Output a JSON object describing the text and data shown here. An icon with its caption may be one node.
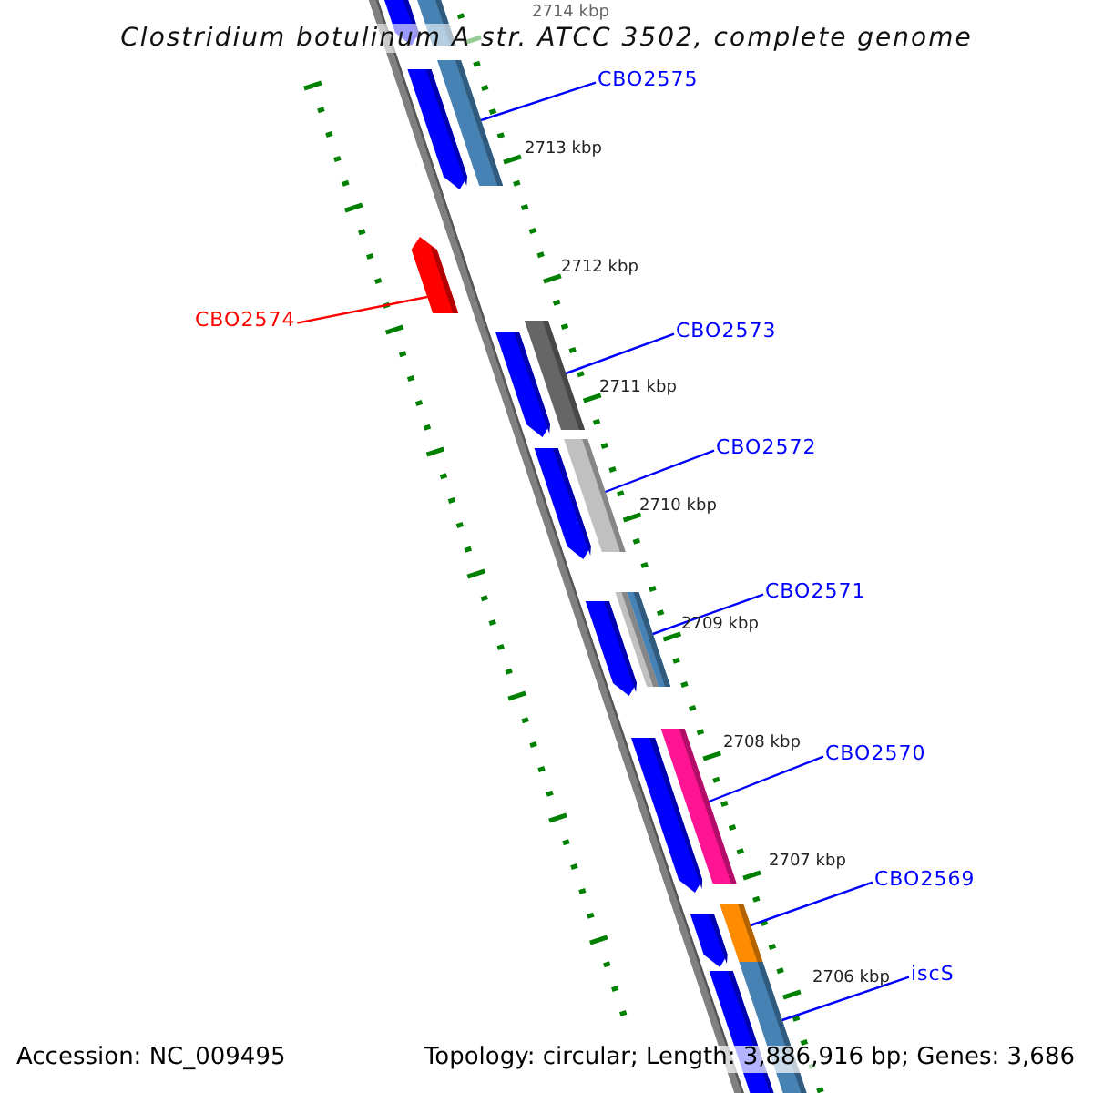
{
  "diagram": {
    "title": "Clostridium botulinum A str. ATCC 3502, complete genome",
    "nodes": [
      {
        "text": [
          "CBO2575"
        ]
      },
      {
        "text": [],
        "shape": "bar"
      },
      {
        "text": [
          "CBO2574"
        ]
      },
      {
        "text": [],
        "shape": "bar"
      },
      {
        "text": [
          "CBO2573"
        ]
      },
      {
        "text": [],
        "shape": "bar"
      },
      {
        "text": [
          "CBO2572"
        ]
      },
      {
        "text": [],
        "shape": "bar"
      },
      {
        "text": [
          "CBO2571"
        ]
      },
      {
        "text": [],
        "shape": "bar"
      },
      {
        "text": [
          "CBO2570"
        ]
      },
      {
        "text": [],
        "shape": "bar"
      },
      {
        "text": [
          "CBO2569"
        ]
      },
      {
        "text": [],
        "shape": "bar"
      },
      {
        "text": [
          "iscS"
        ]
      },
      {
        "text": [],
        "shape": "bar"
      }
    ],
    "edges": [
      {
        "from": 0,
        "to": 1,
        "arrow": "none"
      },
      {
        "from": 2,
        "to": 3,
        "arrow": "none",
        "color": "#ff0000"
      },
      {
        "from": 4,
        "to": 5,
        "arrow": "none"
      },
      {
        "from": 6,
        "to": 7,
        "arrow": "none"
      },
      {
        "from": 8,
        "to": 9,
        "arrow": "none"
      },
      {
        "from": 10,
        "to": 11,
        "arrow": "none"
      },
      {
        "from": 12,
        "to": 13,
        "arrow": "none"
      },
      {
        "from": 14,
        "to": 15,
        "arrow": "none"
      }
    ],
    "labels": [
      "2714 kbp",
      "2713 kbp",
      "2712 kbp",
      "2711 kbp",
      "2710 kbp",
      "2709 kbp",
      "2708 kbp",
      "2707 kbp",
      "2706 kbp",
      "Accession: NC_009495",
      "Topology: circular; Length: 3,886,916 bp; Genes: 3,686"
    ]
  }
}
